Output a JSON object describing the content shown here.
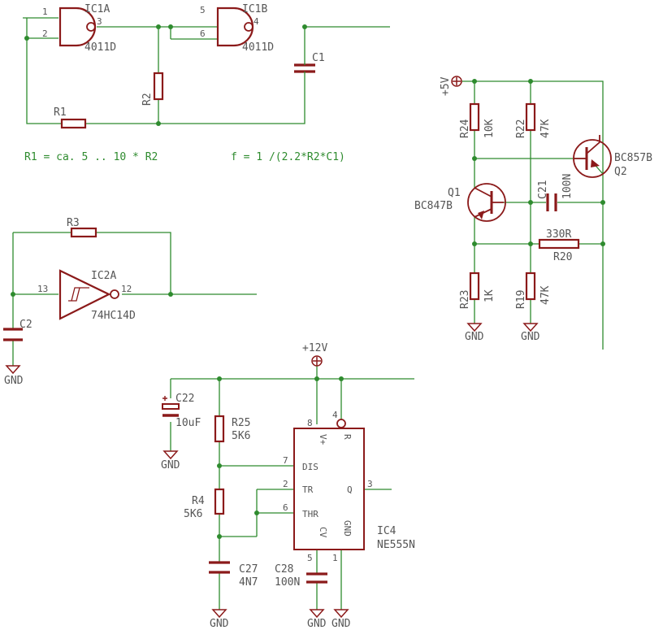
{
  "colors": {
    "wire": "#2e8b2e",
    "part": "#8b1a1a",
    "text": "#555555",
    "background": "#ffffff"
  },
  "icons": [
    "nand-gate-icon",
    "schmitt-inverter-icon",
    "resistor-icon",
    "capacitor-icon",
    "electrolytic-capacitor-icon",
    "npn-transistor-icon",
    "pnp-transistor-icon",
    "supply-symbol-icon",
    "ground-symbol-icon"
  ],
  "oscillator": {
    "ic1a": {
      "name": "IC1A",
      "value": "4011D",
      "pin_in1": "1",
      "pin_in2": "2",
      "pin_out": "3"
    },
    "ic1b": {
      "name": "IC1B",
      "value": "4011D",
      "pin_in1": "5",
      "pin_in2": "6",
      "pin_out": "4"
    },
    "r1": "R1",
    "r2": "R2",
    "c1": "C1",
    "formula_r": "R1 = ca. 5 .. 10 * R2",
    "formula_f": "f = 1 /(2.2*R2*C1)"
  },
  "schmitt": {
    "ic2a": {
      "name": "IC2A",
      "value": "74HC14D",
      "pin_in": "13",
      "pin_out": "12"
    },
    "r3": "R3",
    "c2": "C2",
    "gnd": "GND"
  },
  "transistor_stage": {
    "supply": "+5V",
    "r24": {
      "name": "R24",
      "value": "10K"
    },
    "r22": {
      "name": "R22",
      "value": "47K"
    },
    "q2": {
      "type": "BC857B",
      "name": "Q2"
    },
    "q1": {
      "name": "Q1",
      "type": "BC847B"
    },
    "c21": {
      "name": "C21",
      "value": "100N"
    },
    "r20": {
      "value": "330R",
      "name": "R20"
    },
    "r23": {
      "name": "R23",
      "value": "1K"
    },
    "r19": {
      "name": "R19",
      "value": "47K"
    },
    "gnd_left": "GND",
    "gnd_right": "GND"
  },
  "timer": {
    "supply": "+12V",
    "c22": {
      "name": "C22",
      "value": "10uF"
    },
    "r25": {
      "name": "R25",
      "value": "5K6"
    },
    "r4": {
      "name": "R4",
      "value": "5K6"
    },
    "c27": {
      "name": "C27",
      "value": "4N7"
    },
    "c28": {
      "name": "C28",
      "value": "100N"
    },
    "ic4": {
      "name": "IC4",
      "value": "NE555N"
    },
    "pins": {
      "vplus_num": "8",
      "reset_num": "4",
      "dis_num": "7",
      "tr_num": "2",
      "thr_num": "6",
      "q_num": "3",
      "cv_num": "5",
      "gnd_num": "1"
    },
    "pin_labels": {
      "vplus": "V+",
      "reset": "R",
      "dis": "DIS",
      "tr": "TR",
      "thr": "THR",
      "q": "Q",
      "cv": "CV",
      "gnd": "GND"
    },
    "gnd_c22": "GND",
    "gnd_c27": "GND",
    "gnd_c28": "GND",
    "gnd_ic": "GND"
  }
}
